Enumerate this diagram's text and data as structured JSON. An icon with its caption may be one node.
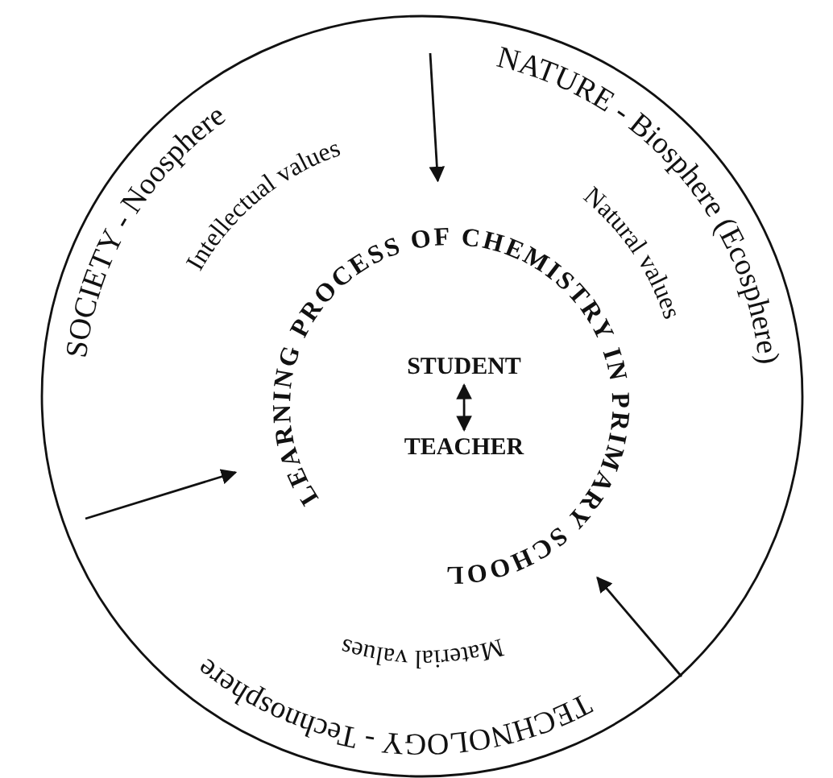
{
  "diagram": {
    "nodes": [
      {
        "text": [
          "SOCIETY - Noosphere",
          "NATURE - Biosphere (Ecosphere)",
          "TECHNOLOGY - Technosphere"
        ]
      },
      {
        "text": [
          "LEARNING PROCESS OF CHEMISTRY IN PRIMARY SCHOOL"
        ],
        "in": 0
      },
      {
        "text": [
          "STUDENT"
        ],
        "in": 0
      },
      {
        "text": [
          "TEACHER"
        ],
        "in": 0
      }
    ],
    "edges": [
      {
        "from": null,
        "to": 1,
        "arrow": "to"
      },
      {
        "from": null,
        "to": 1,
        "arrow": "to"
      },
      {
        "from": null,
        "to": 1,
        "arrow": "to"
      },
      {
        "from": 2,
        "to": 3,
        "arrow": "both"
      }
    ],
    "labels": [
      "Intellectual values",
      "Natural values",
      "Material values"
    ]
  }
}
